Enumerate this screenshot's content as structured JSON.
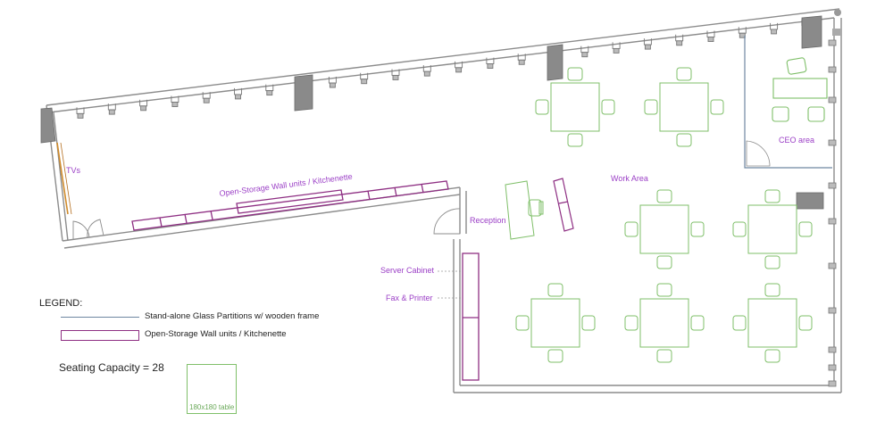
{
  "labels": {
    "tvs": "TVs",
    "storage": "Open-Storage Wall units / Kitchenette",
    "reception": "Reception",
    "work_area": "Work Area",
    "ceo_area": "CEO area",
    "server_cabinet": "Server Cabinet",
    "fax_printer": "Fax & Printer"
  },
  "legend": {
    "title": "LEGEND:",
    "glass_partitions": "Stand-alone Glass Partitions w/ wooden frame",
    "storage_units": "Open-Storage Wall units / Kitchenette",
    "seating_capacity": "Seating Capacity = 28",
    "table_label": "180x180 table"
  },
  "colors": {
    "wall": "#8c8c8c",
    "glass": "#6e86a0",
    "storage": "#8e2f83",
    "furniture": "#7fbf69",
    "label": "#9b3fc6",
    "column": "#8a8a8a"
  }
}
